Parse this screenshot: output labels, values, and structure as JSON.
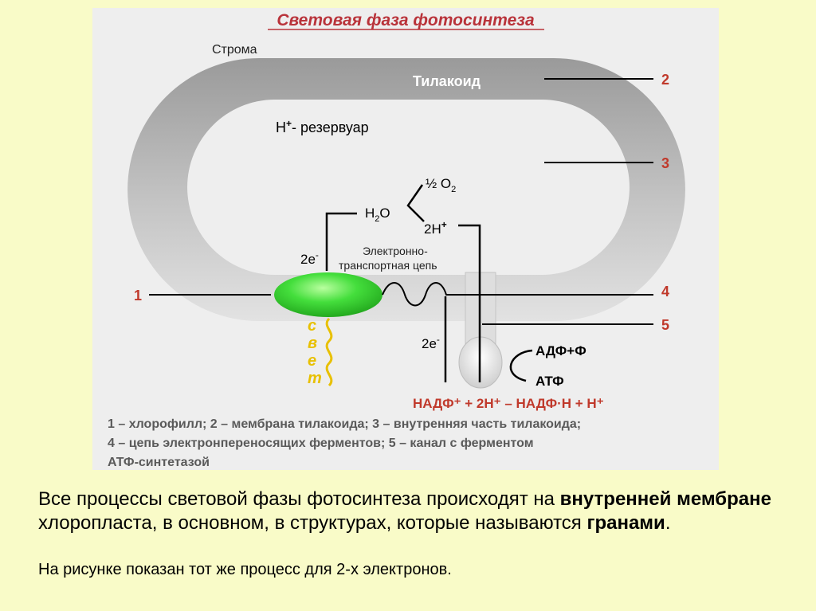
{
  "title": "Световая фаза фотосинтеза",
  "labels": {
    "stroma": "Строма",
    "thylakoid": "Тилакоид",
    "reservoir_h": "H",
    "reservoir_plus": "+",
    "reservoir_rest": "- резервуар",
    "h2o_main": "H",
    "h2o_sub": "2",
    "h2o_end": "O",
    "o2_main": "½ O",
    "o2_sub": "2",
    "h2_main": "2H",
    "h2_sup": "+",
    "e_left_main": "2e",
    "e_left_sup": "-",
    "e_right_main": "2e",
    "e_right_sup": "-",
    "etc_line1": "Электронно-",
    "etc_line2": "транспортная цепь",
    "light": [
      "с",
      "в",
      "е",
      "т"
    ],
    "adp": "АДФ+Ф",
    "atp": "АТФ",
    "nadp_equation": "НАДФ⁺ + 2Н⁺ – НАДФ·Н + Н⁺"
  },
  "markers": [
    "1",
    "2",
    "3",
    "4",
    "5"
  ],
  "legend": {
    "line1": "1 – хлорофилл; 2 – мембрана тилакоида; 3 – внутренняя часть тилакоида;",
    "line2": "4 – цепь электронпереносящих ферментов; 5 – канал с ферментом",
    "line3": "АТФ-синтетазой"
  },
  "paragraph1": {
    "part1": "Все процессы световой фазы фотосинтеза происходят на ",
    "bold1": "внутренней мембране",
    "part2": " хлоропласта, в основном, в структурах, которые называются ",
    "bold2": "гранами",
    "part3": "."
  },
  "paragraph2": "На рисунке показан тот же процесс для 2-х электронов.",
  "colors": {
    "background": "#f9fbc8",
    "panel": "#eeeeee",
    "title": "#b9333a",
    "markers": "#c0392b",
    "legend": "#5a5a5a",
    "chlorophyll": "#39d63a",
    "light": "#e8c000",
    "membrane": "#a9a9a9"
  }
}
